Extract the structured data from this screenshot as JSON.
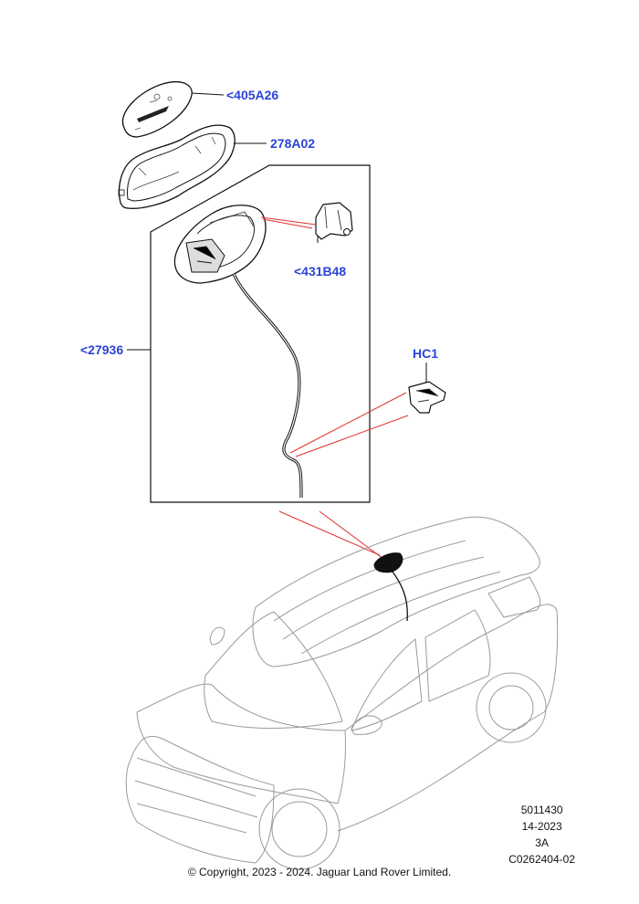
{
  "callouts": {
    "fuel_flap_cover": "<405A26",
    "housing_seal": "278A02",
    "actuator": "<431B48",
    "assembly": "<27936",
    "clip": "HC1"
  },
  "footer": {
    "ref_number": "5011430",
    "date_code": "14-2023",
    "revision": "3A",
    "illustration_id": "C0262404-02",
    "copyright": "© Copyright, 2023 - 2024. Jaguar Land Rover Limited."
  },
  "colors": {
    "callout_text": "#2b44d8",
    "leader_line": "#e03030",
    "outline": "#111111",
    "vehicle_outline": "#9a9a9a"
  }
}
